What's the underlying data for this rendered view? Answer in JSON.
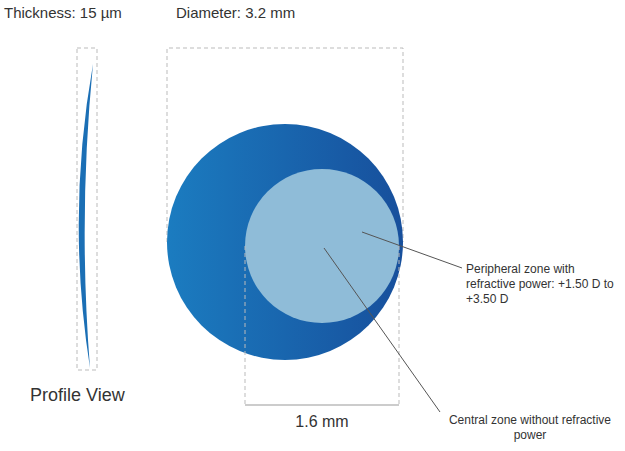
{
  "diagram": {
    "labels": [
      "Thickness: 15 µm",
      "Diameter: 3.2 mm",
      "Profile View",
      "1.6 mm",
      "Peripheral zone with refractive power: +1.50 D to +3.50 D",
      "Central zone without refractive power"
    ]
  }
}
